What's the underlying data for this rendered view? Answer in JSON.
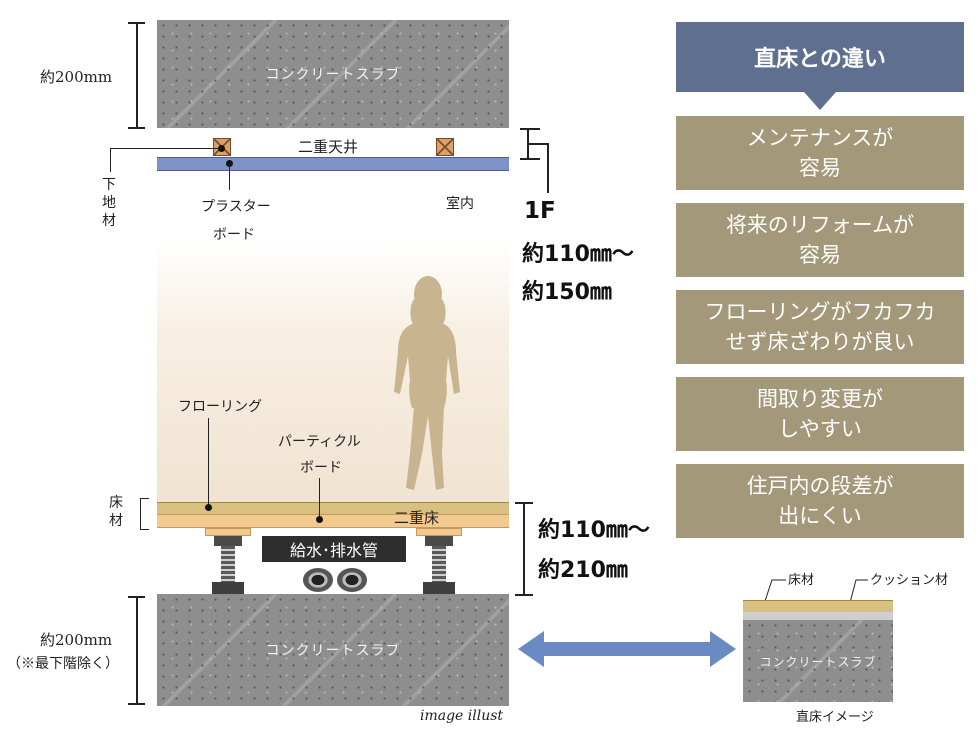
{
  "labels": {
    "slab_top": "コンクリートスラブ",
    "slab_bottom": "コンクリートスラブ",
    "dim_top": "約200mm",
    "dim_bottom_1": "約200mm",
    "dim_bottom_2": "（※最下階除く）",
    "double_ceiling": "二重天井",
    "base_material": "下地材",
    "plaster_board_1": "プラスター",
    "plaster_board_2": "ボード",
    "indoor": "室内",
    "flooring": "フローリング",
    "particle_board_1": "パーティクル",
    "particle_board_2": "ボード",
    "floor_material": "床材",
    "double_floor": "二重床",
    "pipes": "給水･排水管",
    "image_illust": "image illust",
    "ceiling_dim_1": "1F",
    "ceiling_dim_2": "約110㎜～",
    "ceiling_dim_3": "約150㎜",
    "floor_dim_1": "約110㎜～",
    "floor_dim_2": "約210㎜"
  },
  "panel": {
    "title": "直床との違い",
    "items": [
      {
        "line1": "メンテナンスが",
        "line2": "容易"
      },
      {
        "line1": "将来のリフォームが",
        "line2": "容易"
      },
      {
        "line1": "フローリングがフカフカ",
        "line2": "せず床ざわりが良い"
      },
      {
        "line1": "間取り変更が",
        "line2": "しやすい"
      },
      {
        "line1": "住戸内の段差が",
        "line2": "出にくい"
      }
    ]
  },
  "direct_floor": {
    "floor_material": "床材",
    "cushion": "クッション材",
    "slab": "コンクリートスラブ",
    "caption": "直床イメージ"
  },
  "colors": {
    "header": "#5f6f8f",
    "box": "#a39879",
    "arrow": "#6a8ac4",
    "ceiling_board": "#7f93c9"
  }
}
